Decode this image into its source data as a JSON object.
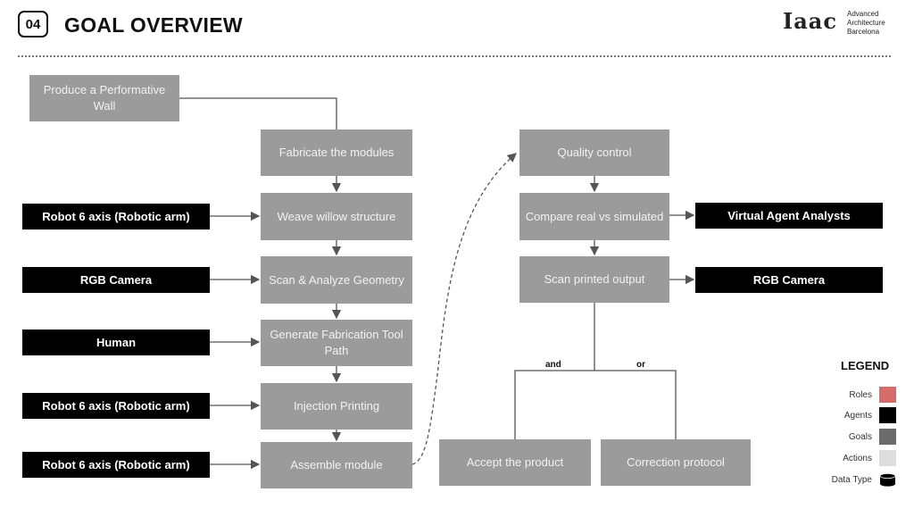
{
  "header": {
    "number": "04",
    "title": "GOAL OVERVIEW",
    "logo_mark": "Iaac",
    "logo_lines": [
      "Advanced",
      "Architecture",
      "Barcelona"
    ]
  },
  "goals": {
    "produce": "Produce a Performative Wall",
    "fabricate": "Fabricate the modules",
    "weave": "Weave willow structure",
    "scan_analyze": "Scan & Analyze Geometry",
    "generate": "Generate Fabrication Tool Path",
    "injection": "Injection Printing",
    "assemble": "Assemble module",
    "quality": "Quality control",
    "compare": "Compare real vs simulated",
    "scan_printed": "Scan printed output",
    "accept": "Accept the product",
    "correction": "Correction protocol"
  },
  "agents": {
    "robot_1": "Robot 6 axis (Robotic arm)",
    "rgb_1": "RGB Camera",
    "human": "Human",
    "robot_2": "Robot 6 axis (Robotic arm)",
    "robot_3": "Robot 6 axis (Robotic arm)",
    "virtual": "Virtual Agent Analysts",
    "rgb_2": "RGB Camera"
  },
  "branch_labels": {
    "and": "and",
    "or": "or"
  },
  "legend": {
    "title": "LEGEND",
    "items": [
      {
        "label": "Roles",
        "color": "#d66b6b"
      },
      {
        "label": "Agents",
        "color": "#000000"
      },
      {
        "label": "Goals",
        "color": "#6b6b6b"
      },
      {
        "label": "Actions",
        "color": "#dddddd"
      },
      {
        "label": "Data Type",
        "icon": "database-icon"
      }
    ]
  },
  "colors": {
    "goal_fill": "#9b9b9b",
    "agent_fill": "#000000",
    "connector": "#555555"
  }
}
